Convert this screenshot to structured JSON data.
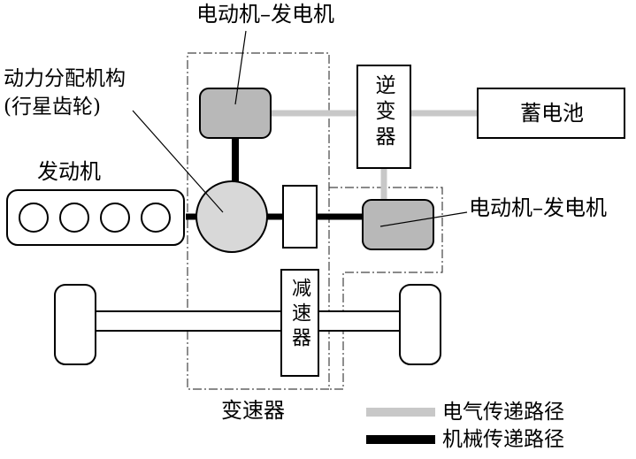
{
  "labels": {
    "motor_top": "电动机–发电机",
    "power_split_line1": "动力分配机构",
    "power_split_line2": "(行星齿轮)",
    "engine": "发动机",
    "inverter": "逆变器",
    "battery": "蓄电池",
    "motor_right": "电动机–发电机",
    "reducer": "减速器",
    "transmission": "变速器"
  },
  "legend": [
    {
      "label": "电气传递路径",
      "color": "#c8c8c8"
    },
    {
      "label": "机械传递路径",
      "color": "#000000"
    }
  ],
  "colors": {
    "component_fill": "#b8b8b8",
    "planetary_fill": "#d8d8d8",
    "electric_path": "#c8c8c8",
    "mechanical_path": "#000000"
  }
}
